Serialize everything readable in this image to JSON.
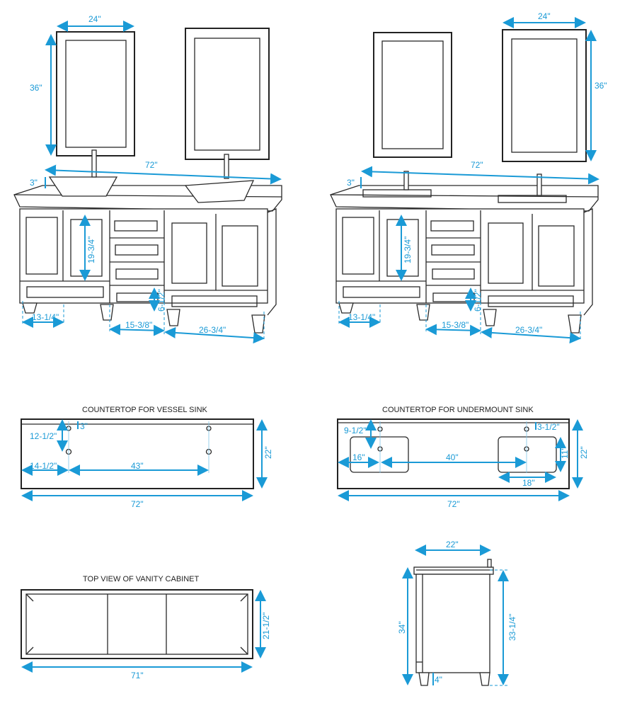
{
  "accent_color": "#1a9ad6",
  "vessel_front": {
    "mirror_width": "24\"",
    "mirror_height": "36\"",
    "total_width": "72\"",
    "backsplash": "3\"",
    "door_height": "19-3/4\"",
    "drawer_height": "6-1/2\"",
    "left_width": "13-1/4\"",
    "middle_width": "15-3/8\"",
    "right_width": "26-3/4\""
  },
  "undermount_front": {
    "mirror_width": "24\"",
    "mirror_height": "36\"",
    "total_width": "72\"",
    "backsplash": "3\"",
    "door_height": "19-3/4\"",
    "drawer_height": "6-1/2\"",
    "left_width": "13-1/4\"",
    "middle_width": "15-3/8\"",
    "right_width": "26-3/4\""
  },
  "vessel_countertop": {
    "title": "COUNTERTOP FOR VESSEL SINK",
    "hole_depth": "12-1/2\"",
    "backsplash": "3\"",
    "left_offset": "14-1/2\"",
    "hole_spacing": "43\"",
    "depth": "22\"",
    "width": "72\""
  },
  "undermount_countertop": {
    "title": "COUNTERTOP FOR UNDERMOUNT SINK",
    "hole_depth": "9-1/2\"",
    "backsplash": "3-1/2\"",
    "left_offset": "16\"",
    "sink_spacing": "40\"",
    "sink_depth": "11\"",
    "sink_width": "18\"",
    "depth": "22\"",
    "width": "72\""
  },
  "top_view": {
    "title": "TOP VIEW OF VANITY CABINET",
    "depth": "21-1/2\"",
    "width": "71\""
  },
  "side_view": {
    "depth": "22\"",
    "total_height": "34\"",
    "cabinet_height": "33-1/4\"",
    "leg_height": "4\""
  }
}
